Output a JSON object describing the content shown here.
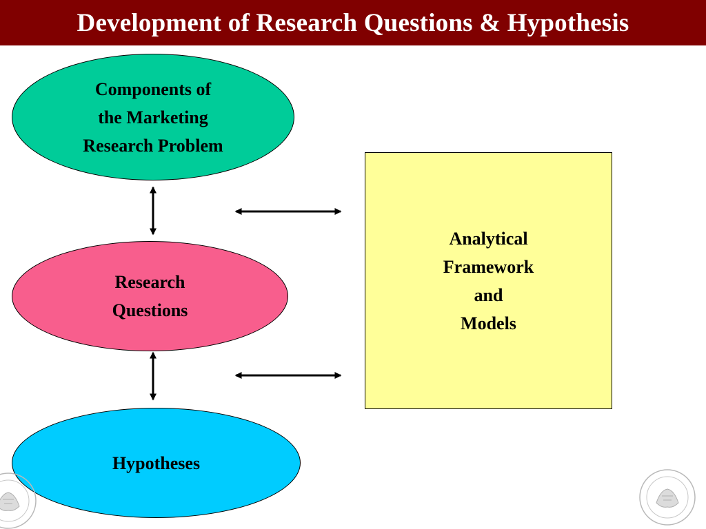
{
  "slide": {
    "title": "Development of Research Questions & Hypothesis"
  },
  "diagram": {
    "nodes": {
      "components": {
        "label": "Components of\nthe Marketing\nResearch Problem",
        "color": "#00cc99"
      },
      "research_questions": {
        "label": "Research\nQuestions",
        "color": "#f85e8d"
      },
      "hypotheses": {
        "label": "Hypotheses",
        "color": "#00ccff"
      },
      "analytical_framework": {
        "label": "Analytical\nFramework\nand\nModels",
        "color": "#ffff99"
      }
    },
    "connectors": [
      {
        "from": "components",
        "to": "research_questions",
        "type": "double-arrow"
      },
      {
        "from": "research_questions",
        "to": "hypotheses",
        "type": "double-arrow"
      },
      {
        "from": "analytical_framework",
        "to": "research_questions",
        "type": "double-arrow"
      },
      {
        "from": "analytical_framework",
        "to": "hypotheses",
        "type": "double-arrow"
      }
    ]
  },
  "theme": {
    "title_bar_color": "#800000",
    "title_text_color": "#ffffff"
  },
  "branding": {
    "seal_icon": "university-seal-icon"
  }
}
